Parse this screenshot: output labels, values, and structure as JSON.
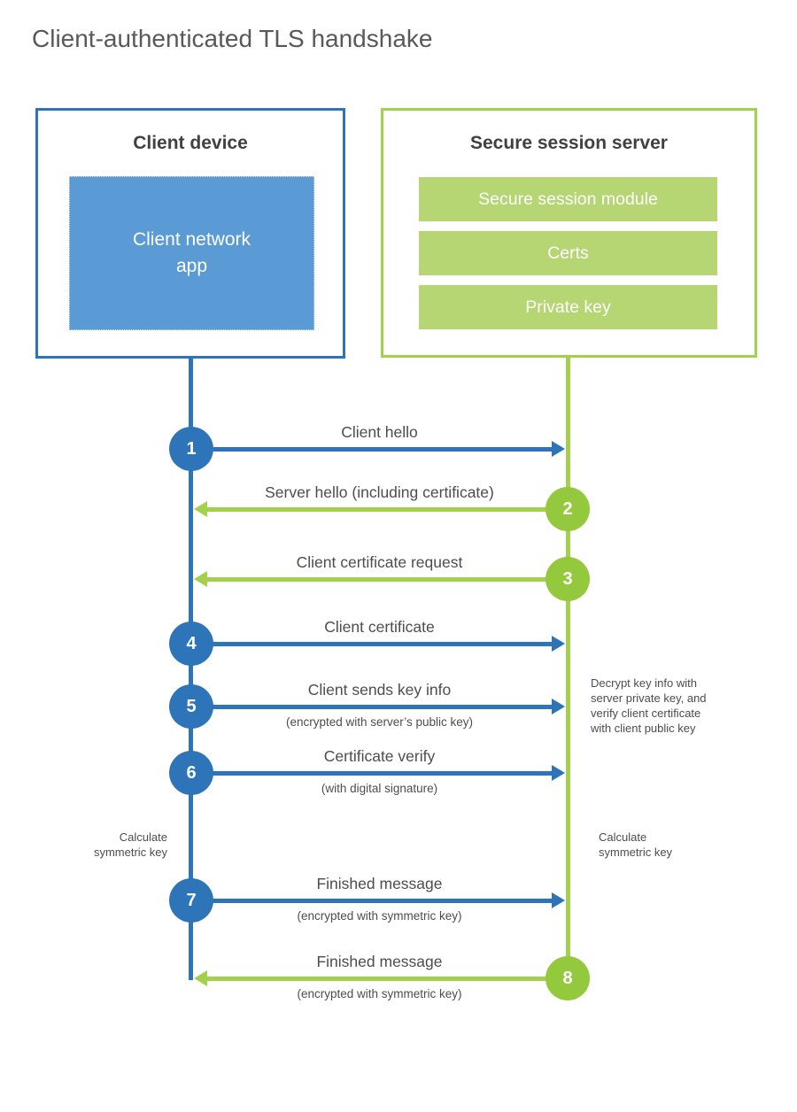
{
  "title": "Client-authenticated TLS handshake",
  "colors": {
    "blue": "#2d75b8",
    "blue_fill": "#5b9bd5",
    "green_line": "#a4d14d",
    "green_circle": "#94c83d",
    "green_fill": "#b6d573",
    "title_gray": "#58595b",
    "label_gray": "#4d4d4f",
    "heading_dark": "#414042"
  },
  "client_box": {
    "title": "Client device",
    "app_label": "Client network\napp"
  },
  "server_box": {
    "title": "Secure session server",
    "modules": [
      "Secure session module",
      "Certs",
      "Private key"
    ]
  },
  "steps": [
    {
      "num": "1",
      "label": "Client hello",
      "sub": "",
      "from": "client"
    },
    {
      "num": "2",
      "label": "Server hello (including certificate)",
      "sub": "",
      "from": "server"
    },
    {
      "num": "3",
      "label": "Client certificate request",
      "sub": "",
      "from": "server"
    },
    {
      "num": "4",
      "label": "Client certificate",
      "sub": "",
      "from": "client"
    },
    {
      "num": "5",
      "label": "Client sends key info",
      "sub": "(encrypted with server’s public key)",
      "from": "client"
    },
    {
      "num": "6",
      "label": "Certificate verify",
      "sub": "(with digital signature)",
      "from": "client"
    },
    {
      "num": "7",
      "label": "Finished message",
      "sub": "(encrypted with symmetric key)",
      "from": "client"
    },
    {
      "num": "8",
      "label": "Finished message",
      "sub": "(encrypted with symmetric key)",
      "from": "server"
    }
  ],
  "annotations": {
    "decrypt_note": "Decrypt key info with\nserver private key, and\nverify client certificate\nwith client public key",
    "calc_left": "Calculate\nsymmetric key",
    "calc_right": "Calculate\nsymmetric key"
  }
}
